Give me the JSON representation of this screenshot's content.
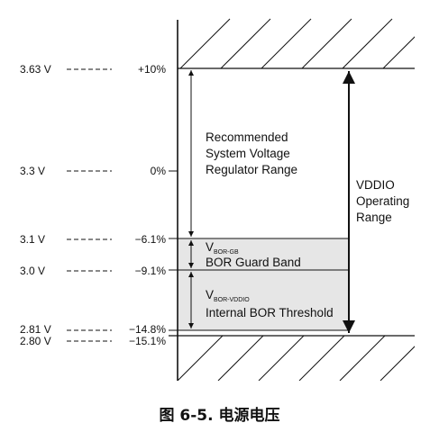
{
  "levels": [
    {
      "voltage": "3.63 V",
      "percent": "+10%"
    },
    {
      "voltage": "3.3 V",
      "percent": "0%"
    },
    {
      "voltage": "3.1 V",
      "percent": "−6.1%"
    },
    {
      "voltage": "3.0 V",
      "percent": "−9.1%"
    },
    {
      "voltage": "2.81 V",
      "percent": "−14.8%"
    },
    {
      "voltage": "2.80 V",
      "percent": "−15.1%"
    }
  ],
  "regions": {
    "recommended": [
      "Recommended",
      "System Voltage",
      "Regulator Range"
    ],
    "operating": [
      "VDDIO",
      "Operating",
      "Range"
    ],
    "guard_band": {
      "symbol": "V",
      "subscript": "BOR-GB",
      "label": "BOR Guard Band"
    },
    "internal_bor": {
      "symbol": "V",
      "subscript": "BOR-VDDIO",
      "label": "Internal BOR Threshold"
    }
  },
  "caption": "图 6-5. 电源电压",
  "colors": {
    "band_fill": "#e6e6e6",
    "line": "#111111"
  }
}
